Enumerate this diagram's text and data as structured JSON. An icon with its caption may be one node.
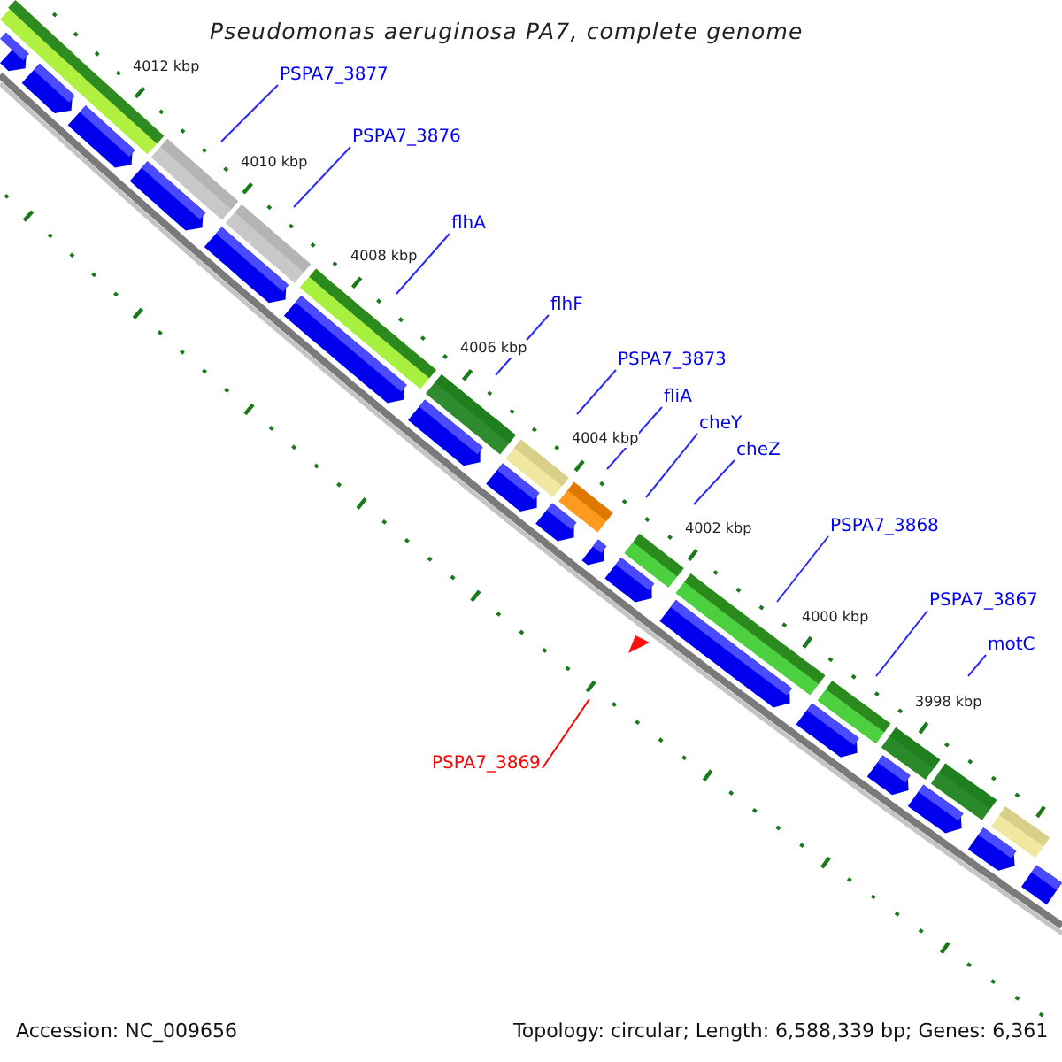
{
  "diagram": {
    "title": "Pseudomonas aeruginosa PA7, complete genome",
    "nodes": [
      {
        "text": [
          "PSPA7_3877"
        ]
      },
      {
        "text": [
          "PSPA7_3876"
        ]
      },
      {
        "text": [
          "flhA"
        ]
      },
      {
        "text": [
          "flhF"
        ]
      },
      {
        "text": [
          "PSPA7_3873"
        ]
      },
      {
        "text": [
          "fliA"
        ]
      },
      {
        "text": [
          "cheY"
        ]
      },
      {
        "text": [
          "cheZ"
        ]
      },
      {
        "text": [
          "PSPA7_3868"
        ]
      },
      {
        "text": [
          "PSPA7_3867"
        ]
      },
      {
        "text": [
          "motC"
        ]
      },
      {
        "text": [
          "PSPA7_3869"
        ]
      }
    ],
    "edges": [
      {
        "from": 0,
        "to": null,
        "arrow": "none"
      },
      {
        "from": 1,
        "to": null,
        "arrow": "none"
      },
      {
        "from": 2,
        "to": null,
        "arrow": "none"
      },
      {
        "from": 3,
        "to": null,
        "arrow": "none"
      },
      {
        "from": 4,
        "to": null,
        "arrow": "none"
      },
      {
        "from": 5,
        "to": null,
        "arrow": "none"
      },
      {
        "from": 6,
        "to": null,
        "arrow": "none"
      },
      {
        "from": 7,
        "to": null,
        "arrow": "none"
      },
      {
        "from": 8,
        "to": null,
        "arrow": "none"
      },
      {
        "from": 9,
        "to": null,
        "arrow": "none"
      },
      {
        "from": 10,
        "to": null,
        "arrow": "none"
      },
      {
        "from": 11,
        "to": null,
        "arrow": "none",
        "color": "#ff0000"
      }
    ],
    "labels": [
      "4012 kbp",
      "4010 kbp",
      "4008 kbp",
      "4006 kbp",
      "4004 kbp",
      "4002 kbp",
      "4000 kbp",
      "3998 kbp",
      "Accession: NC_009656",
      "Topology: circular; Length: 6,588,339 bp; Genes: 6,361"
    ]
  }
}
